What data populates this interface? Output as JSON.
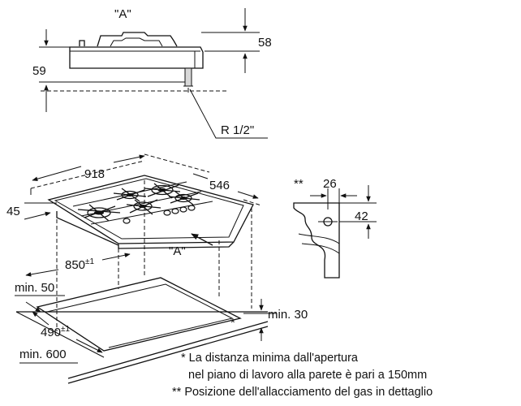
{
  "view_a_top": "\"A\"",
  "dim_58": "58",
  "dim_59": "59",
  "thread_label": "R 1/2\"",
  "dim_918": "918",
  "dim_546": "546",
  "dim_45": "45",
  "view_a_arrow": "\"A\"",
  "dim_850": "850",
  "dim_850_tol": "±1",
  "min_50": "min. 50",
  "dim_490": "490",
  "dim_490_tol": "±1",
  "min_600": "min. 600",
  "min_30": "min. 30",
  "star_mark": "*",
  "double_star": "**",
  "dim_26": "26",
  "dim_42": "42",
  "notes": {
    "line1": "* La distanza minima dall'apertura",
    "line2": "nel piano di lavoro alla parete è pari a 150mm",
    "line3": "** Posizione dell'allacciamento del gas in dettaglio"
  }
}
